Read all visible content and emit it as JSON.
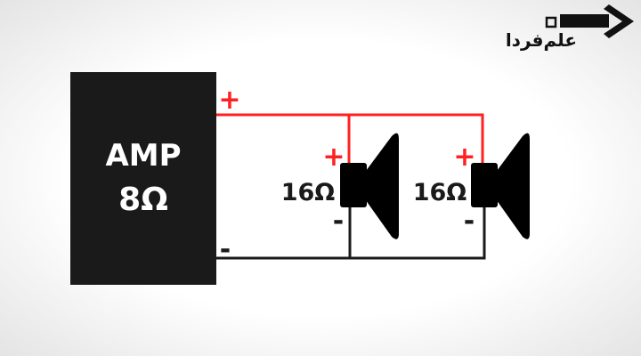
{
  "amplifier": {
    "title": "AMP",
    "impedance": "8Ω",
    "plus": "+",
    "minus": "-"
  },
  "speakers": [
    {
      "impedance": "16Ω",
      "plus": "+",
      "minus": "-"
    },
    {
      "impedance": "16Ω",
      "plus": "+",
      "minus": "-"
    }
  ],
  "logo": {
    "text": "علم‌فردا"
  },
  "colors": {
    "positive": "#ff2020",
    "negative": "#1a1a1a",
    "amp": "#1a1a1a"
  }
}
